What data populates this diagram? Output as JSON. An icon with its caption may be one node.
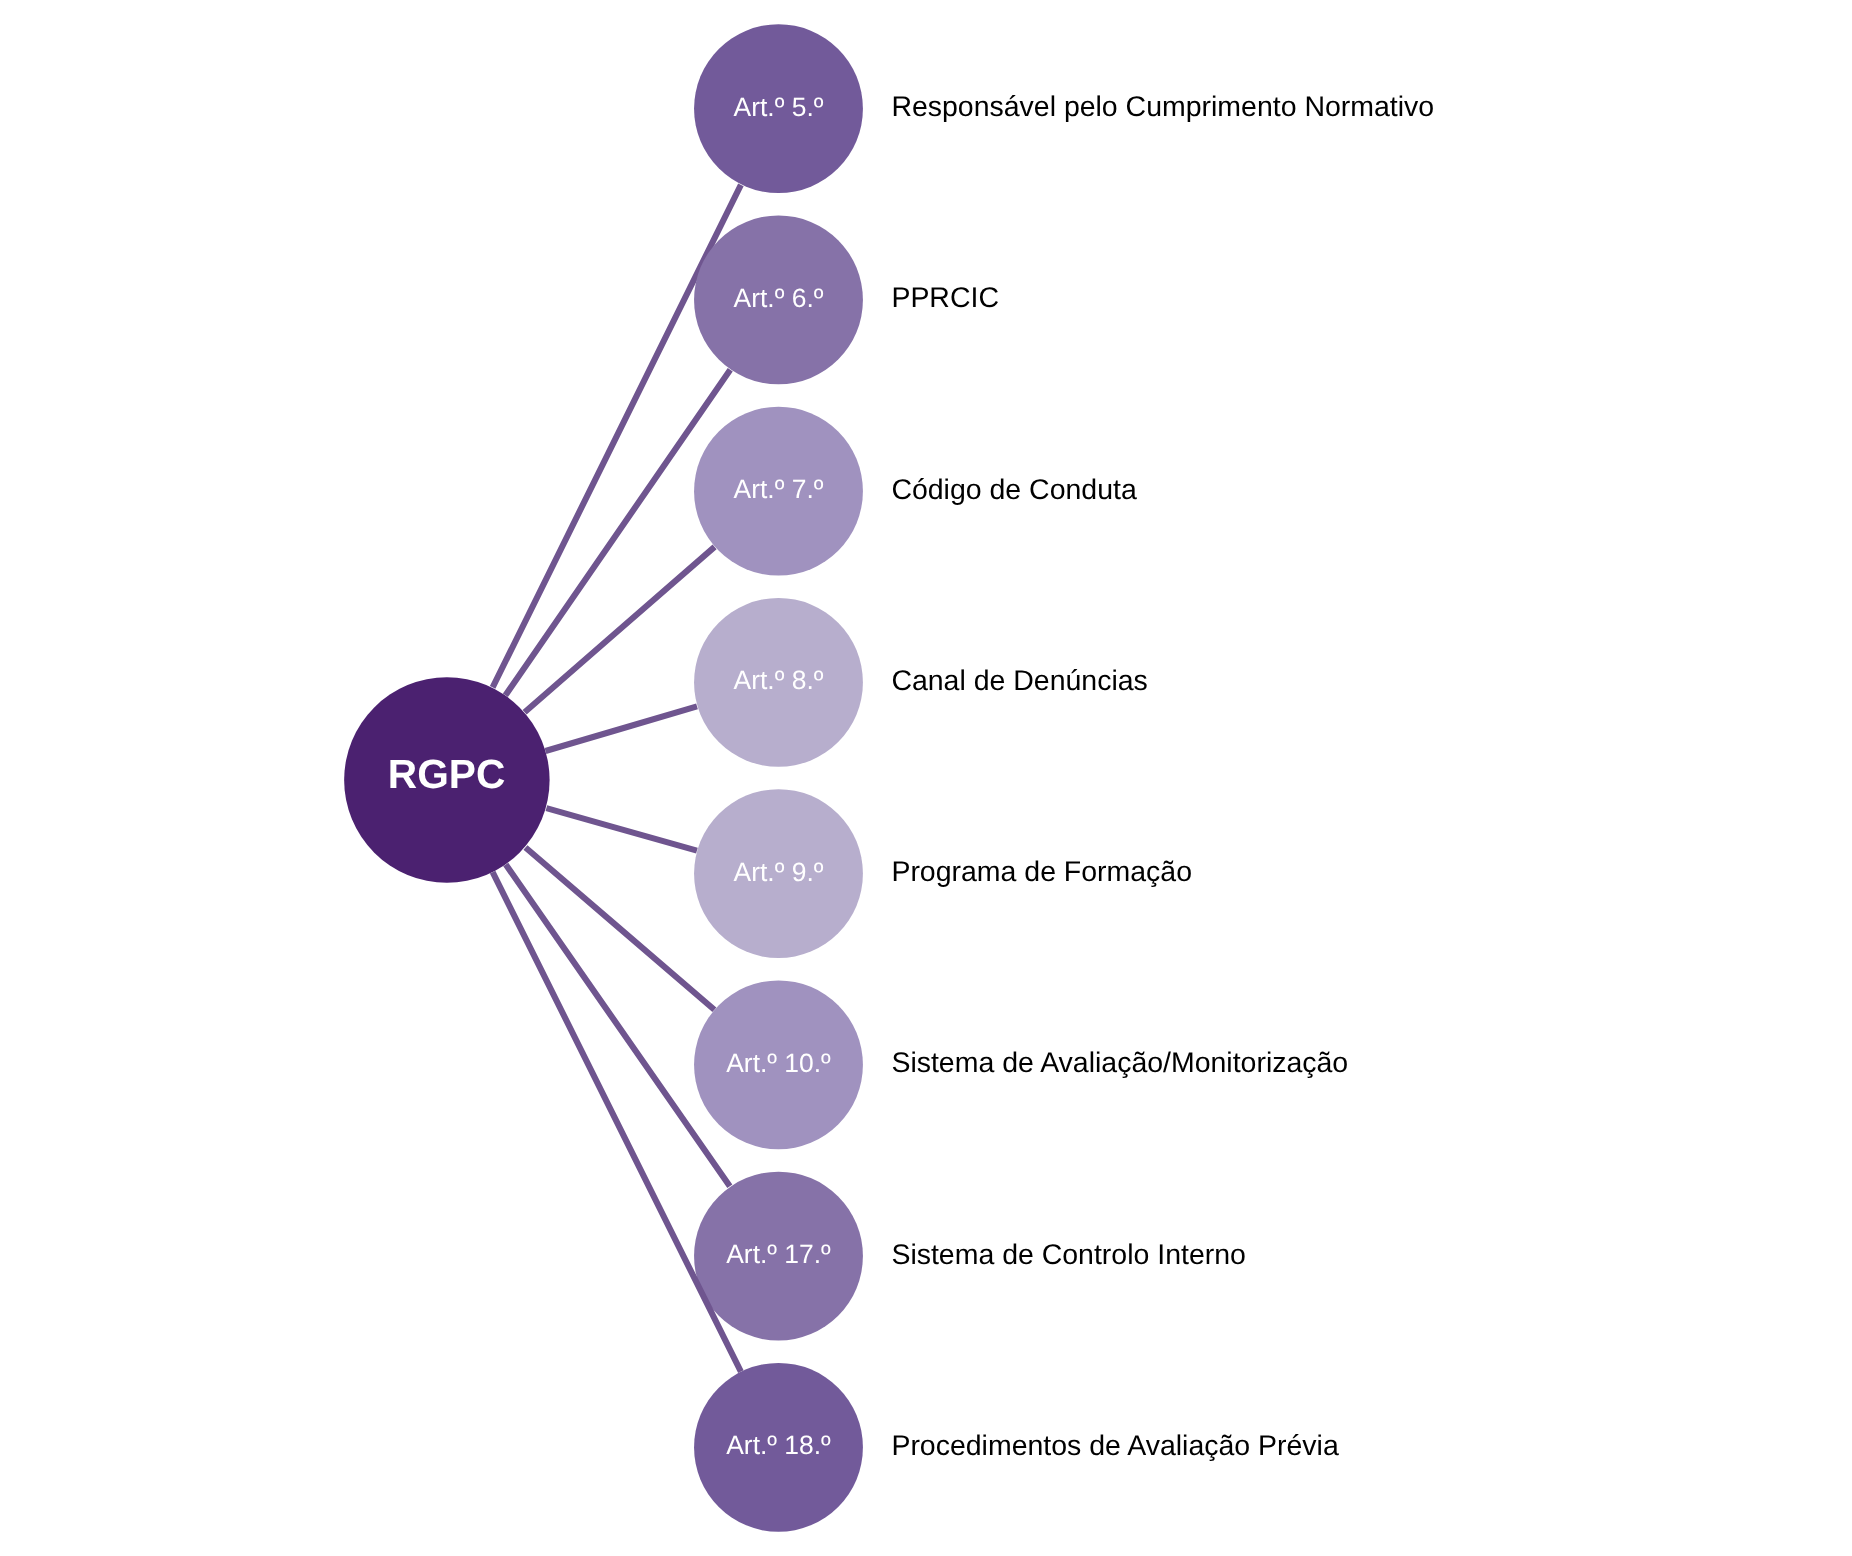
{
  "diagram": {
    "nodes": [
      {
        "text": [
          "RGPC"
        ]
      },
      {
        "text": [
          "Art.º 5.º"
        ],
        "beside": [
          "Responsável pelo Cumprimento Normativo"
        ]
      },
      {
        "text": [
          "Art.º 6.º"
        ],
        "beside": [
          "PPRCIC"
        ]
      },
      {
        "text": [
          "Art.º 7.º"
        ],
        "beside": [
          "Código de Conduta"
        ]
      },
      {
        "text": [
          "Art.º 8.º"
        ],
        "beside": [
          "Canal de Denúncias"
        ]
      },
      {
        "text": [
          "Art.º 9.º"
        ],
        "beside": [
          "Programa de Formação"
        ]
      },
      {
        "text": [
          "Art.º 10.º"
        ],
        "beside": [
          "Sistema de Avaliação/Monitorização"
        ]
      },
      {
        "text": [
          "Art.º 17.º"
        ],
        "beside": [
          "Sistema de Controlo Interno"
        ]
      },
      {
        "text": [
          "Art.º 18.º"
        ],
        "beside": [
          "Procedimentos de Avaliação Prévia"
        ]
      }
    ],
    "edges": [
      {
        "from": 0,
        "to": 1,
        "arrow": "none"
      },
      {
        "from": 0,
        "to": 2,
        "arrow": "none"
      },
      {
        "from": 0,
        "to": 3,
        "arrow": "none"
      },
      {
        "from": 0,
        "to": 4,
        "arrow": "none"
      },
      {
        "from": 0,
        "to": 5,
        "arrow": "none"
      },
      {
        "from": 0,
        "to": 6,
        "arrow": "none"
      },
      {
        "from": 0,
        "to": 7,
        "arrow": "none"
      },
      {
        "from": 0,
        "to": 8,
        "arrow": "none"
      }
    ]
  }
}
